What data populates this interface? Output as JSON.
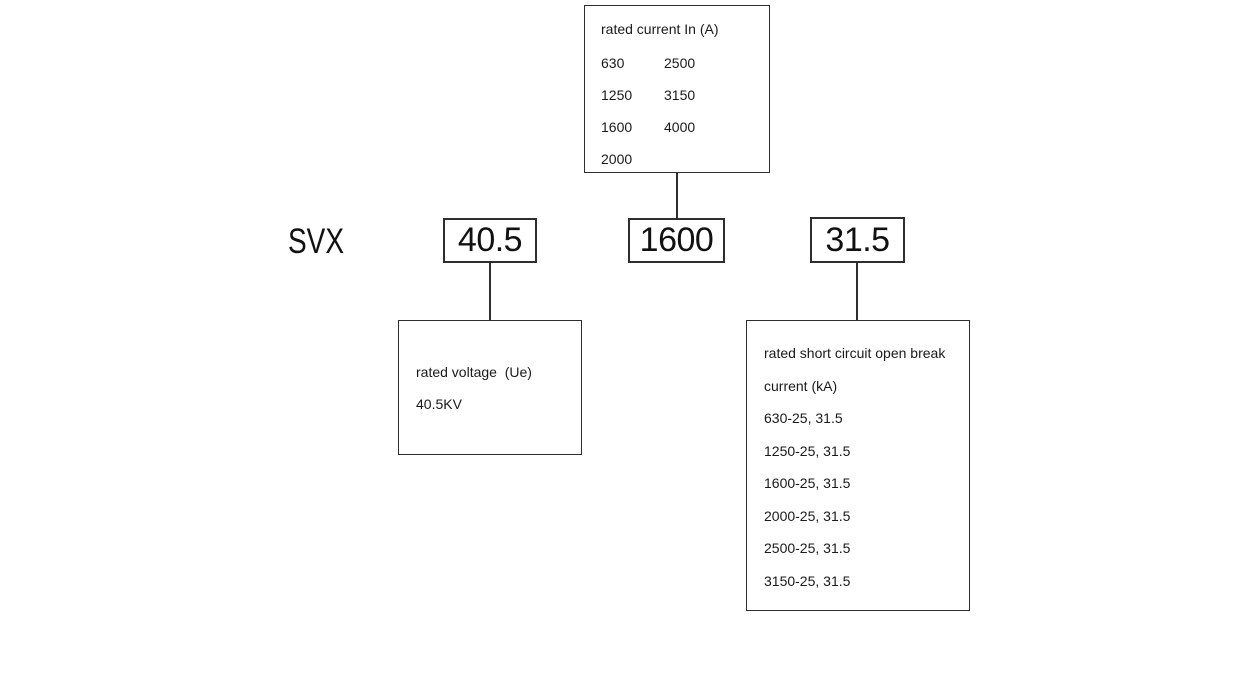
{
  "diagram": {
    "model_label": "SVX",
    "code_boxes": [
      {
        "value": "40.5"
      },
      {
        "value": "1600"
      },
      {
        "value": "31.5"
      }
    ],
    "rated_current_box": {
      "title": "rated current In (A)",
      "rows": [
        {
          "c1": "630",
          "c2": "2500"
        },
        {
          "c1": "1250",
          "c2": "3150"
        },
        {
          "c1": "1600",
          "c2": "4000"
        },
        {
          "c1": "2000",
          "c2": ""
        }
      ]
    },
    "rated_voltage_box": {
      "title": "rated voltage  (Ue)",
      "value": "40.5KV"
    },
    "short_circuit_box": {
      "title_line1": "rated short circuit open break",
      "title_line2": "current (kA)",
      "items": [
        "630-25, 31.5",
        "1250-25, 31.5",
        "1600-25, 31.5",
        "2000-25, 31.5",
        "2500-25, 31.5",
        "3150-25, 31.5"
      ]
    },
    "colors": {
      "line": "#2e2e2e",
      "text": "#1a1a1a",
      "background": "#ffffff"
    }
  }
}
